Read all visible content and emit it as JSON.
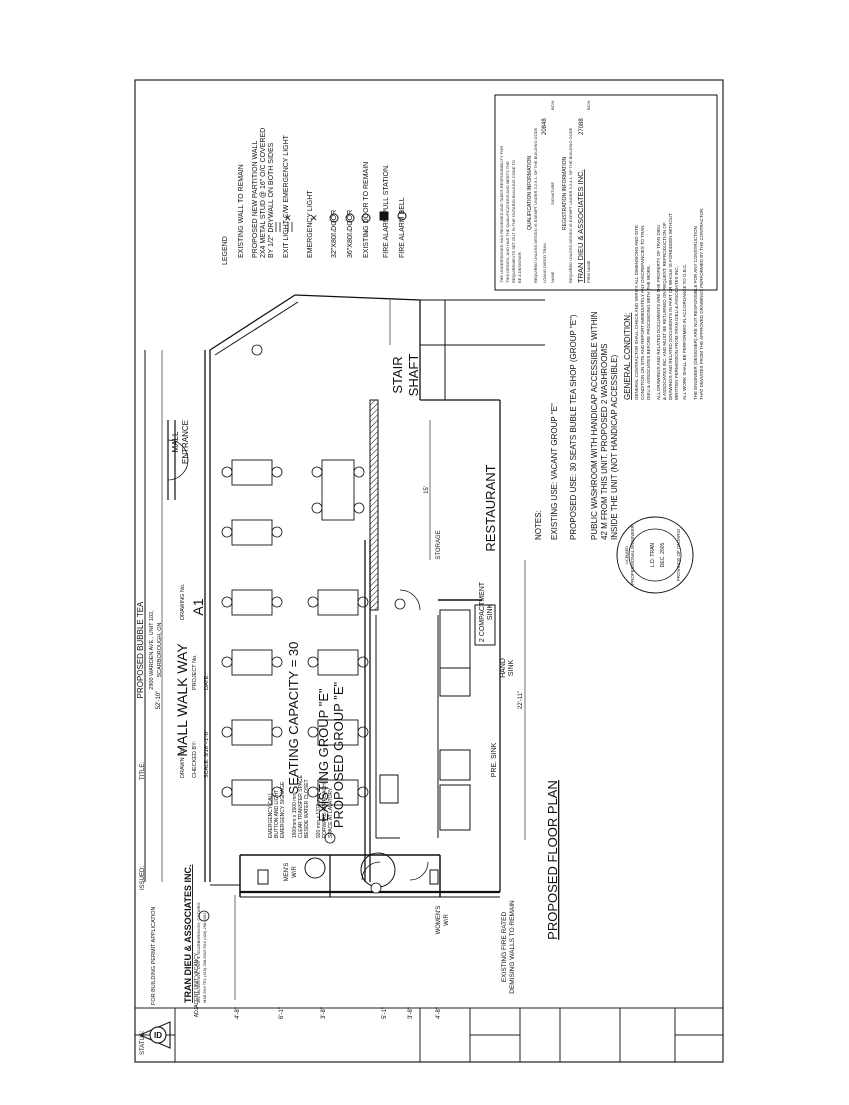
{
  "plan": {
    "mall_walk_way": "MALL WALK WAY",
    "mall_entrance_1": "MALL",
    "mall_entrance_2": "ENTRANCE",
    "seating_capacity": "SEATING CAPACITY = 30",
    "existing_group": "EXISTING GROUP \"E\"",
    "proposed_group": "PROPOSED GROUP \"E\"",
    "restaurant": "RESTAURANT",
    "stair_1": "STAIR",
    "stair_2": "SHAFT",
    "storage": "STORAGE",
    "proposed_floor_plan": "PROPOSED FLOOR PLAN",
    "adjacent_unit": "ADJACENT UNIT VACANCY",
    "fire_rated_1": "EXISTING FIRE RATED",
    "fire_rated_2": "DEMISING WALLS TO REMAIN",
    "mens_1": "MEN'S",
    "mens_2": "W/R",
    "womens_1": "WOMEN'S",
    "womens_2": "W/R",
    "pre_sink": "PRE. SINK",
    "hand_sink_1": "HAND",
    "hand_sink_2": "SINK",
    "comp_sink_1": "2 COMPACTMENT",
    "comp_sink_2": "SINK",
    "dim_overall": "52'-10\"",
    "dim_counter": "22'-11\"",
    "dim_storage": "15'",
    "dim_left_1": "4'-8\"",
    "dim_left_2": "6'-1\"",
    "dim_left_3": "3'-8\"",
    "dim_left_4": "5'-1\"",
    "dim_left_5": "3'-8\"",
    "dim_left_6": "4'-8\"",
    "washroom_notes": [
      "EMERGENCY CALL",
      "BUTTON AND LIGHT",
      "EMERGENCY SIGNAGE",
      "1500mm x 1500 mm",
      "CLEAR TRANSFER SPACE",
      "BESIDE WATER CLOSET",
      "920 mm x 1370 mm",
      "FORWARD APPROACH",
      "SPACE AT LAVATORY."
    ]
  },
  "legend": {
    "title": "LEGEND",
    "items": [
      "EXISTING WALL TO REMAIN",
      "PROPOSED NEW PARTITION WALL",
      "2X4 METAL STUD @ 16\" O/C COVERED",
      "BY 1/2\" DRYWALL ON BOTH SIDES",
      "EXIT LIGHT C/W EMERGENCY LIGHT",
      "EMERGENCY LIGHT",
      "32\"X80\" DOOR",
      "36\"X80\" DOOR",
      "EXISTING DOOR TO REMAIN",
      "FIRE ALARM PULL STATION.",
      "FIRE ALARM BELL"
    ],
    "door_tags": [
      "D1",
      "D2",
      "D3"
    ]
  },
  "notes": {
    "title": "NOTES:",
    "items": [
      "EXISTING USE: VACANT GROUP \"E\"",
      "PROPOSED USE: 30 SEATS BUBLE TEA SHOP (GROUP \"E\")",
      "PUBLIC WASHROOM WITH HANDICAP ACCESSIBLE WITHIN",
      "42 M FROM THIS UNIT. PROPOSED 2 WASHROOMS",
      "INSIDE THE UNIT (NOT HANDICAP ACCESSIBLE)"
    ]
  },
  "qualification": {
    "lines": [
      "THE UNDERSIGNED HAS REVIEWED AND TAKES RESPONSIBILITY FOR",
      "THIS DESIGN, AND HAS THE QUALIFICATIONS AND MEETS THE",
      "REQUIREMENTS SET OUT IN THE ONTARIO BUILDING CODE TO",
      "BE A DESIGNER."
    ],
    "header": "QUALIFICATION INFORMATION",
    "sub": "REQUIRED UNLESS DESIGN IS EXEMPT UNDER 3.2.5.1. OF THE BUILDING CODE",
    "name_label": "NAME",
    "signature_label": "SIGNATURE",
    "name": "LOANG DIEGO TRAN",
    "bcin1": "20848",
    "bcin_label": "BCIN",
    "reg_header": "REGISTRATION INFORMATION",
    "reg_sub": "REQUIRED UNLESS DESIGN IS EXEMPT UNDER 3.2.4.1. OF THE BUILDING CODE",
    "firm": "TRAN DIEU & ASSOCIATES INC.",
    "firm_label": "FIRM NAME",
    "bcin2": "27088"
  },
  "general": {
    "title": "GENERAL CONDITION:",
    "lines": [
      "GENERAL CONTRACTOR SHALL CHECK AND VERIFY ALL DIMENSIONS AND SITE",
      "CONDITION ON SITE AND REPORT IMMEDIATELY ANY DISCREPANCIES TO TRAN",
      "DIEU & ASSOCIATES BEFORE PROCEEDING WITH THE WORK.",
      "ALL DRAWINGS AND RELATED DOCUMENTS ARE THE PROPERTY OF TRAN DIEU",
      "& ASSOCIATES INC. AND MUST BE RETURNED ON REQUEST. REPRODUCTION OF",
      "DRAWINGS AND RELATED DOCUMENTS IN PART OR WHOLE IS FORBIDDEN WITHOUT",
      "WRITTEN PERMISSION FROM TRAN DIEU & ASSOCIATES INC.",
      "ALL WORK SHALL BE PERFORMED IN ACCORDANCE TO O.B.C.",
      "THE ENGINEER (DESIGNER) ARE NOT RESPONSIBLE FOR ANY CONSTRUCTION",
      "THAT DEVIATES FROM THE APPROVED DRAWINGS PERFORMED BY THE CONTRACTOR."
    ]
  },
  "seal": {
    "top": "PROFESSIONAL ENGINEER",
    "name": "L.D. TRAN",
    "date": "DEC. 2005",
    "bottom": "PROVINCE OF ONTARIO",
    "side": "LICENSED"
  },
  "title_block": {
    "status_label": "STATUS:",
    "status": "FOR BUILDING PERMIT APPLICATION",
    "issued_label": "ISSUED:",
    "company": "TRAN DIEU & ASSOCIATES INC.",
    "address": "465 MILNER AVE. UNIT 4, SCARBOROUGH, ONTARIO",
    "contact": "M1B 5N6   TEL (416) 298-6310   FAX (416) 298-6302",
    "title_label": "TITLE:",
    "project_name": "PROPOSED BUBBLE TEA",
    "project_address": "2900 WARDEN AVE., UNIT 102,",
    "project_city": "SCARBOROUGH, ON",
    "drawn_label": "DRAWN BY:",
    "checked_label": "CHECKED BY:",
    "scale": "SCALE: 3/16\"=1'-0\"",
    "project_no_label": "PROJECT No.",
    "date_label": "DATE:",
    "drawing_no_label": "DRAWING No.",
    "drawing_no": "A1"
  }
}
